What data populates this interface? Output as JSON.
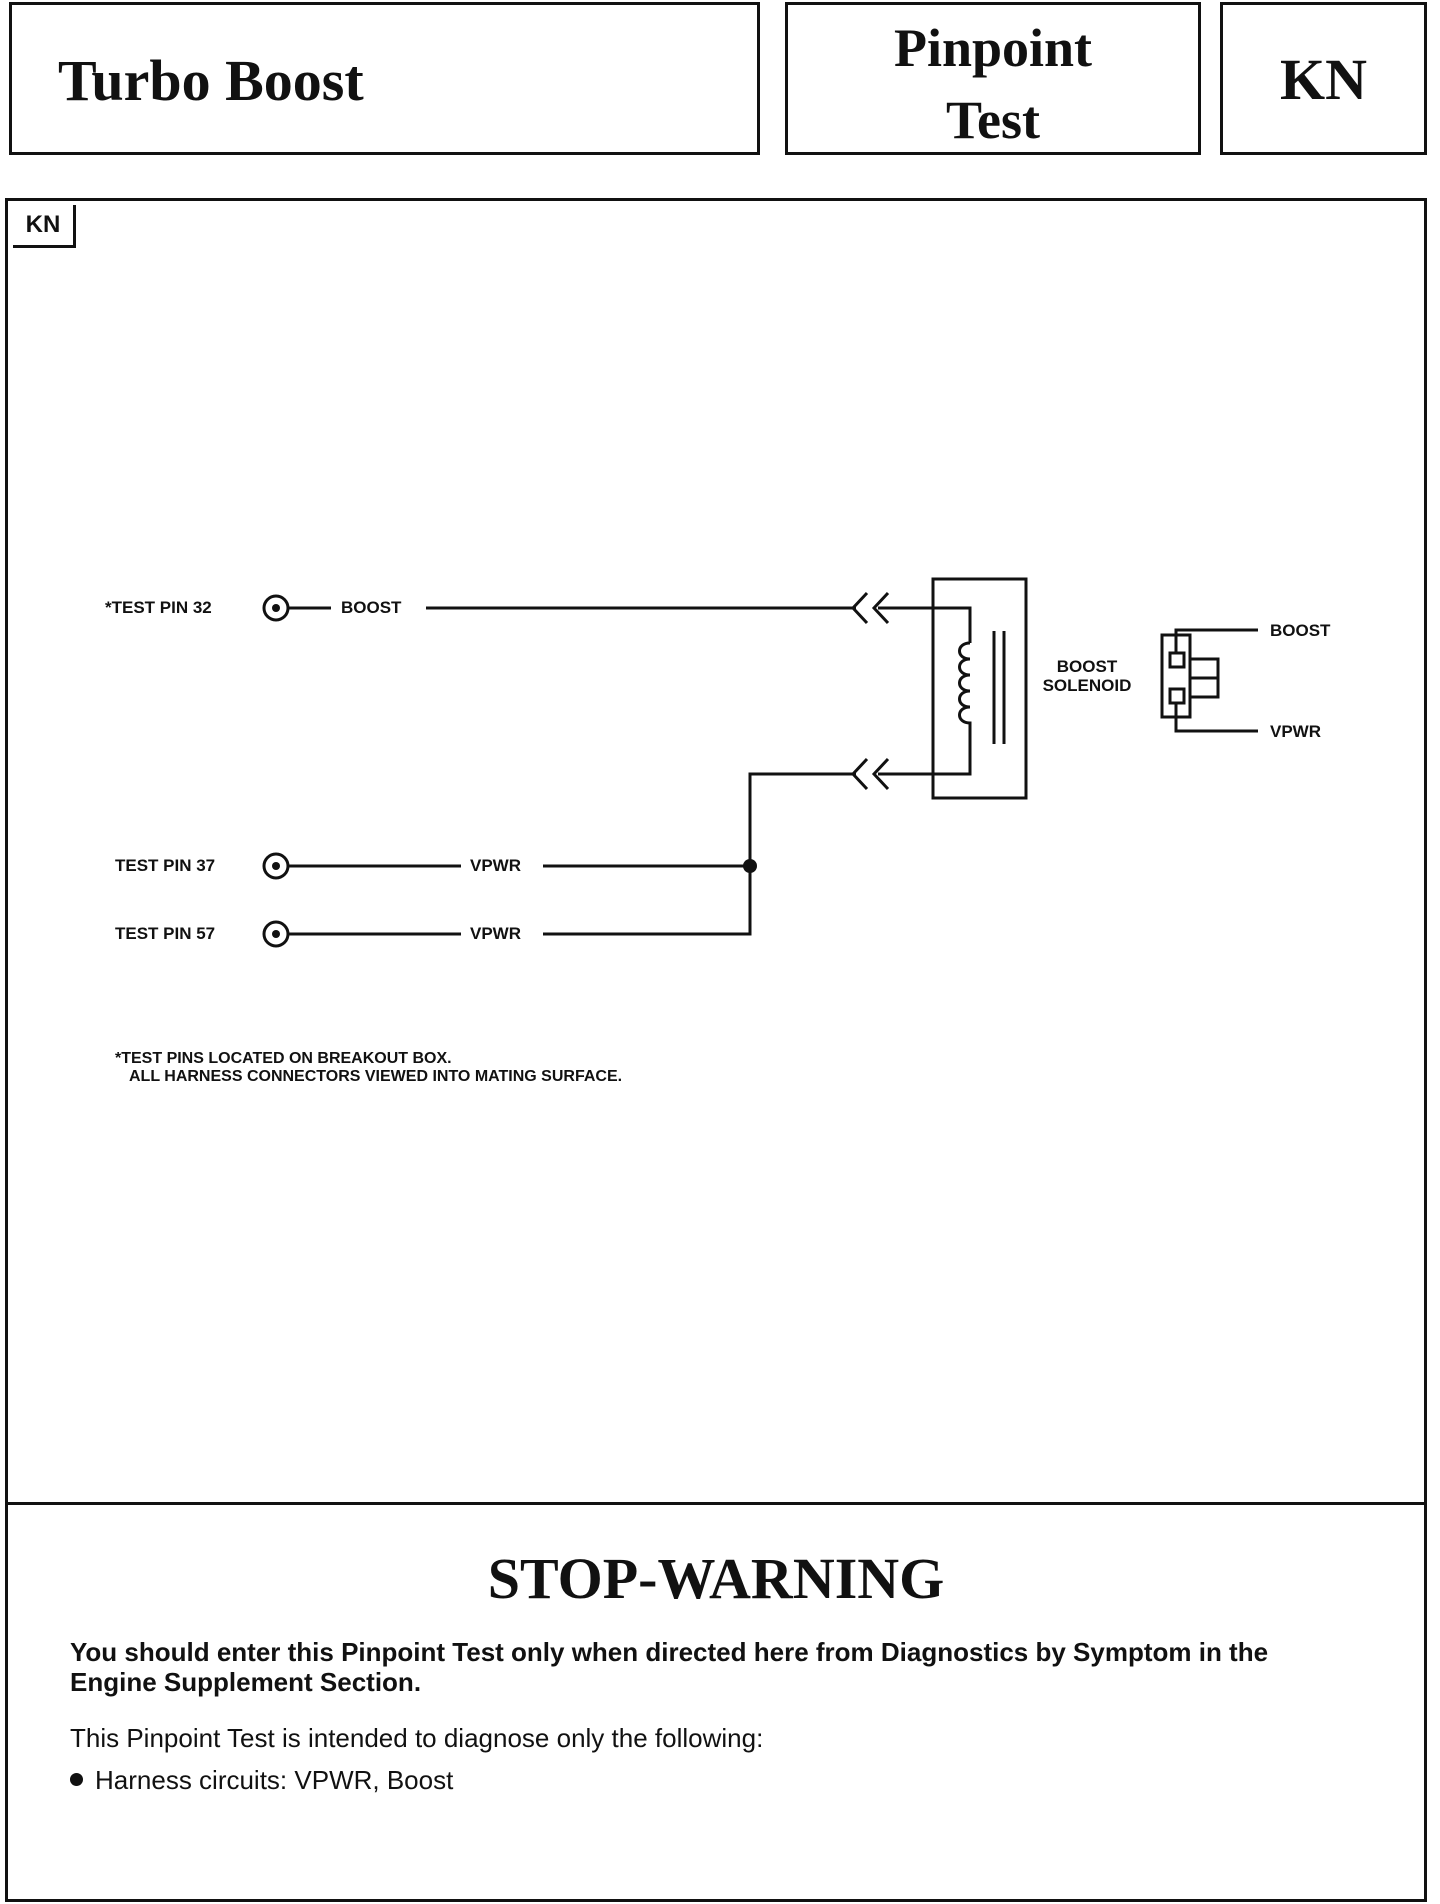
{
  "header": {
    "title": "Turbo Boost",
    "test_type_line1": "Pinpoint",
    "test_type_line2": "Test",
    "test_code": "KN"
  },
  "diagram": {
    "tag": "KN",
    "pins": [
      {
        "label": "*TEST PIN 32",
        "circuit": "BOOST"
      },
      {
        "label": "TEST PIN 37",
        "circuit": "VPWR"
      },
      {
        "label": "TEST PIN 57",
        "circuit": "VPWR"
      }
    ],
    "component_line1": "BOOST",
    "component_line2": "SOLENOID",
    "connector_top_label": "BOOST",
    "connector_bottom_label": "VPWR",
    "note_line1": "*TEST PINS LOCATED ON BREAKOUT BOX.",
    "note_line2": "ALL HARNESS CONNECTORS VIEWED INTO MATING SURFACE."
  },
  "warning": {
    "title": "STOP-WARNING",
    "body": "You should enter this Pinpoint Test only when directed here from Diagnostics by Symptom in the Engine Supplement Section.",
    "intro": "This Pinpoint Test is intended to diagnose only the following:",
    "bullets": [
      "Harness circuits: VPWR, Boost"
    ]
  }
}
